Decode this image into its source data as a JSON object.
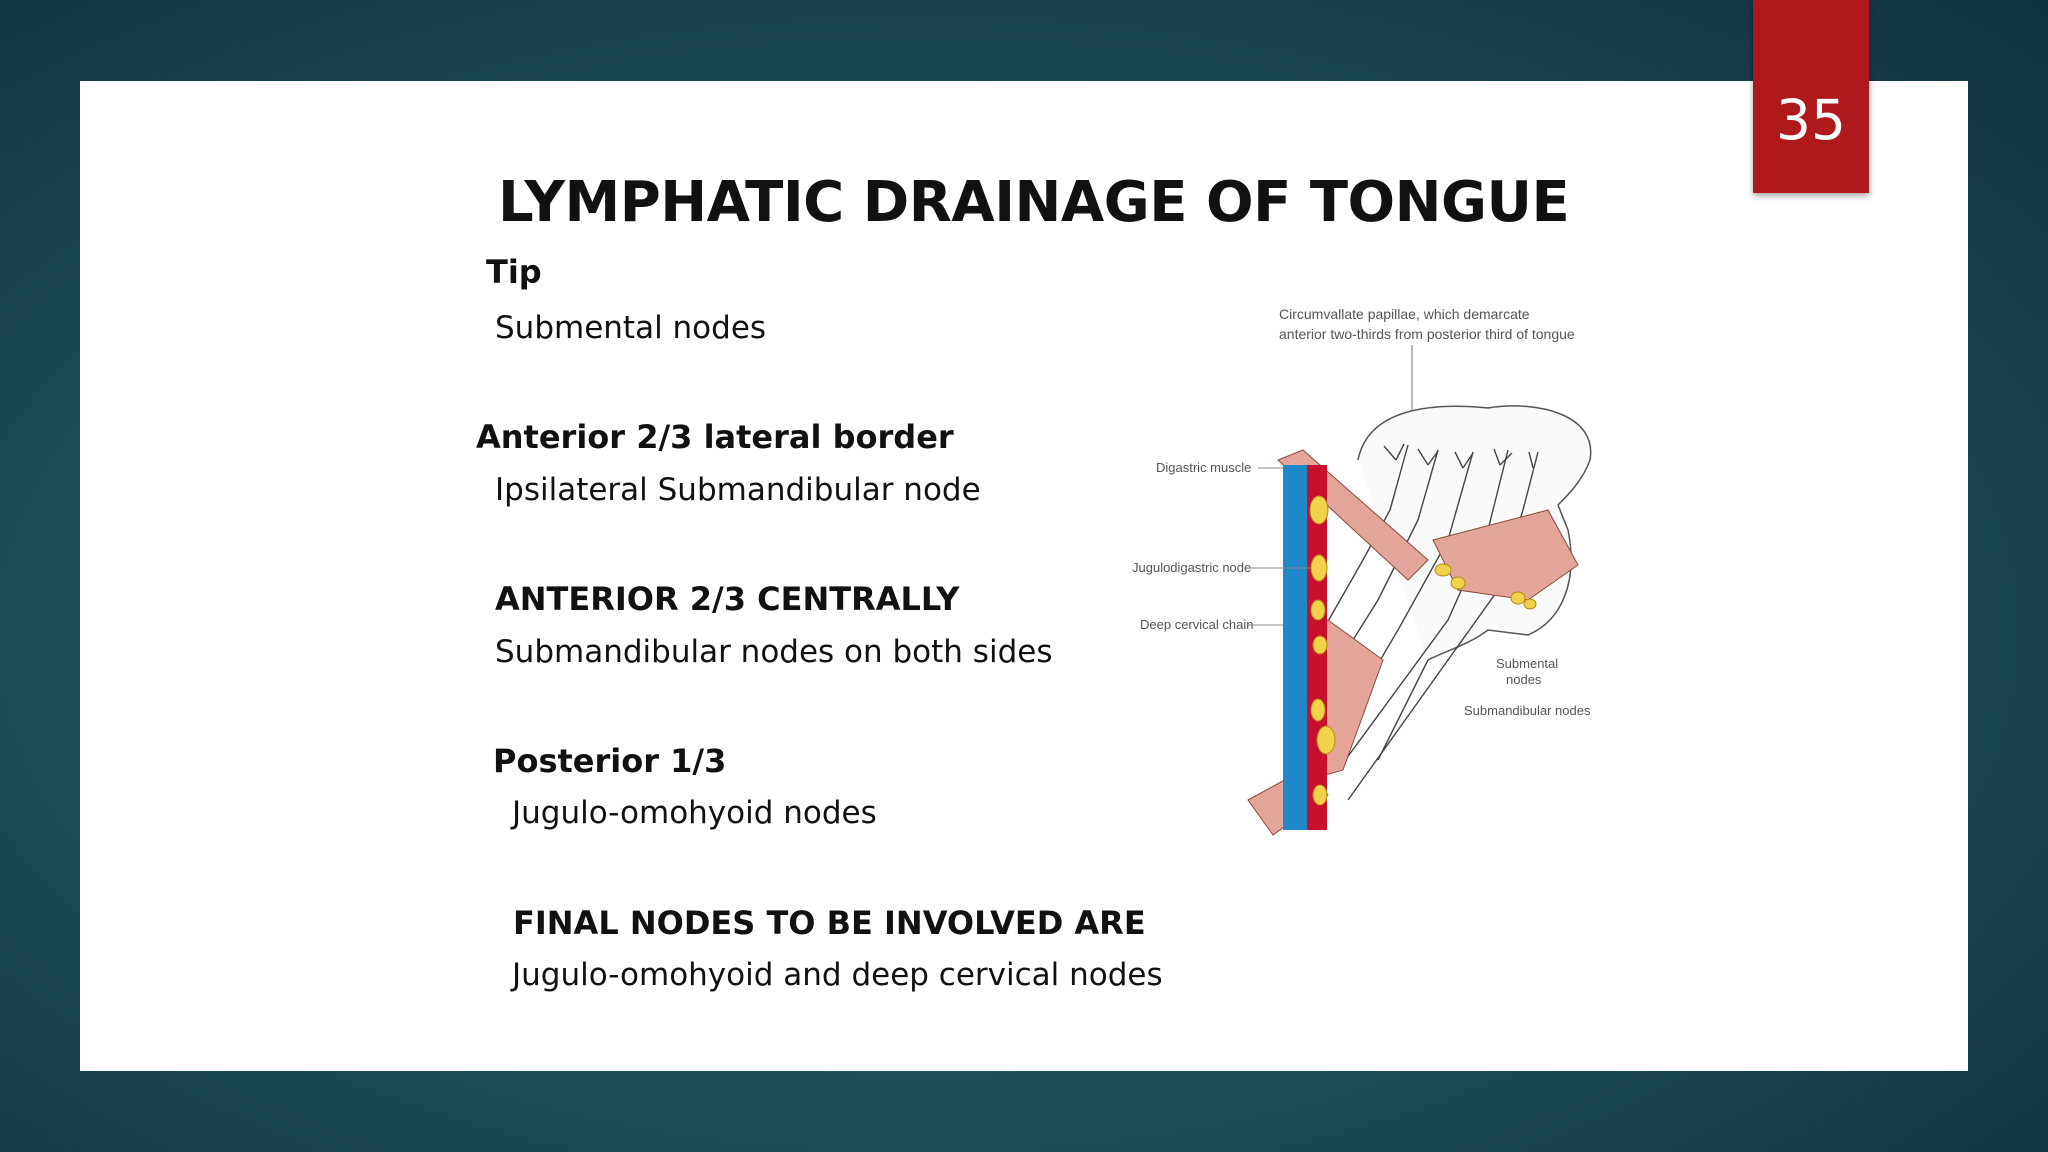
{
  "page_number": "35",
  "title": "LYMPHATIC DRAINAGE OF TONGUE",
  "sections": [
    {
      "heading": "Tip",
      "text": "Submental nodes"
    },
    {
      "heading": "Anterior 2/3  lateral border",
      "text": "Ipsilateral Submandibular node"
    },
    {
      "heading": "ANTERIOR 2/3 CENTRALLY",
      "text": "Submandibular nodes on both sides"
    },
    {
      "heading": "Posterior 1/3",
      "text": "Jugulo-omohyoid nodes"
    },
    {
      "heading": "FINAL NODES TO BE INVOLVED ARE",
      "text": "Jugulo-omohyoid and deep cervical nodes"
    }
  ],
  "figure": {
    "caption_line1": "Circumvallate papillae, which demarcate",
    "caption_line2": "anterior two-thirds from posterior third of tongue",
    "label_digastric": "Digastric muscle",
    "label_jugulodigastric": "Jugulodigastric node",
    "label_deep_cervical": "Deep cervical chain",
    "label_submental_1": "Submental",
    "label_submental_2": "nodes",
    "label_submandibular": "Submandibular nodes"
  },
  "colors": {
    "badge": "#b0191b",
    "vein": "#1e88c9",
    "artery": "#c8102e",
    "node": "#f2d24a",
    "muscle": "#e3a59a"
  }
}
